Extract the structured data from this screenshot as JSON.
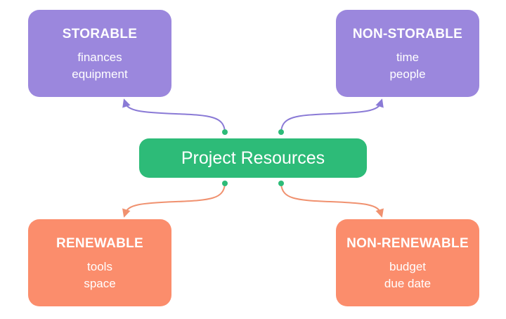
{
  "center": {
    "label": "Project Resources",
    "color": "#2dbb78"
  },
  "categories": [
    {
      "title": "STORABLE",
      "items": [
        "finances",
        "equipment"
      ],
      "color": "#9b87dd",
      "line_color": "#8a7ad6"
    },
    {
      "title": "NON-STORABLE",
      "items": [
        "time",
        "people"
      ],
      "color": "#9b87dd",
      "line_color": "#8a7ad6"
    },
    {
      "title": "RENEWABLE",
      "items": [
        "tools",
        "space"
      ],
      "color": "#fb8d6c",
      "line_color": "#f0916f"
    },
    {
      "title": "NON-RENEWABLE",
      "items": [
        "budget",
        "due date"
      ],
      "color": "#fb8d6c",
      "line_color": "#f0916f"
    }
  ],
  "dot_color": "#2dbb78"
}
